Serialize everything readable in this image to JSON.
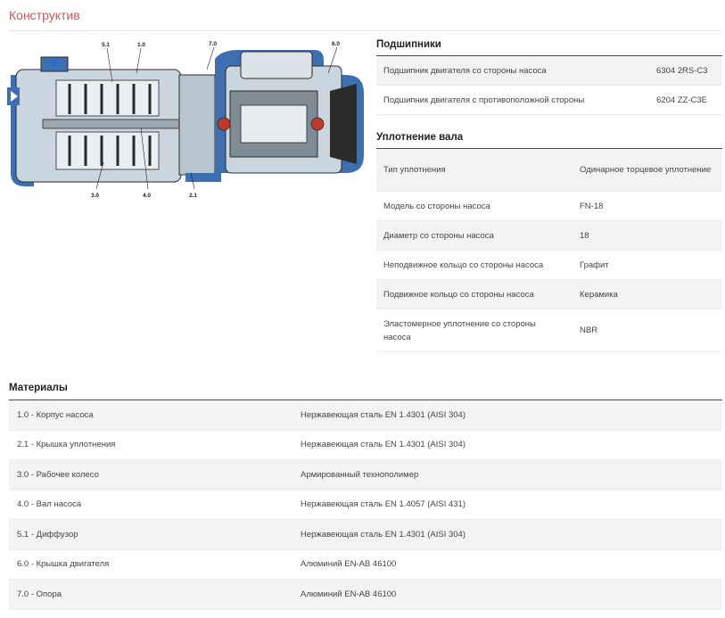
{
  "page": {
    "section_title": "Конструктив"
  },
  "diagram": {
    "labels": [
      "5.1",
      "1.0",
      "7.0",
      "6.0",
      "3.0",
      "4.0",
      "2.1"
    ],
    "colors": {
      "steel": "#c9d6df",
      "blue": "#3e6fb1",
      "dark": "#2b2b2b",
      "arrow": "#2a6bc9"
    }
  },
  "bearings": {
    "title": "Подшипники",
    "rows": [
      {
        "key": "Подшипник двигателя со стороны насоса",
        "value": "6304 2RS-C3"
      },
      {
        "key": "Подшипник двигателя с противоположной стороны",
        "value": "6204 ZZ-C3E"
      }
    ]
  },
  "seal": {
    "title": "Уплотнение вала",
    "rows": [
      {
        "key": "Тип уплотнения",
        "value": "Одинарное торцевое уплотнение"
      },
      {
        "key": "Модель со стороны насоса",
        "value": "FN-18"
      },
      {
        "key": "Диаметр со стороны насоса",
        "value": "18"
      },
      {
        "key": "Неподвижное кольцо со стороны насоса",
        "value": "Графит"
      },
      {
        "key": "Подвижное кольцо со стороны насоса",
        "value": "Керамика"
      },
      {
        "key": "Эластомерное уплотнение со стороны насоса",
        "value": "NBR"
      }
    ]
  },
  "materials": {
    "title": "Материалы",
    "rows": [
      {
        "key": "1.0 - Корпус насоса",
        "value": "Нержавеющая сталь EN 1.4301 (AISI 304)"
      },
      {
        "key": "2.1 - Крышка уплотнения",
        "value": "Нержавеющая сталь EN 1.4301 (AISI 304)"
      },
      {
        "key": "3.0 - Рабочее колесо",
        "value": "Армированный технополимер"
      },
      {
        "key": "4.0 - Вал насоса",
        "value": "Нержавеющая сталь EN 1.4057 (AISI 431)"
      },
      {
        "key": "5.1 - Диффузор",
        "value": "Нержавеющая сталь EN 1.4301 (AISI 304)"
      },
      {
        "key": "6.0 - Крышка двигателя",
        "value": "Алюминий EN-AB 46100"
      },
      {
        "key": "7.0 - Опора",
        "value": "Алюминий EN-AB 46100"
      }
    ]
  }
}
